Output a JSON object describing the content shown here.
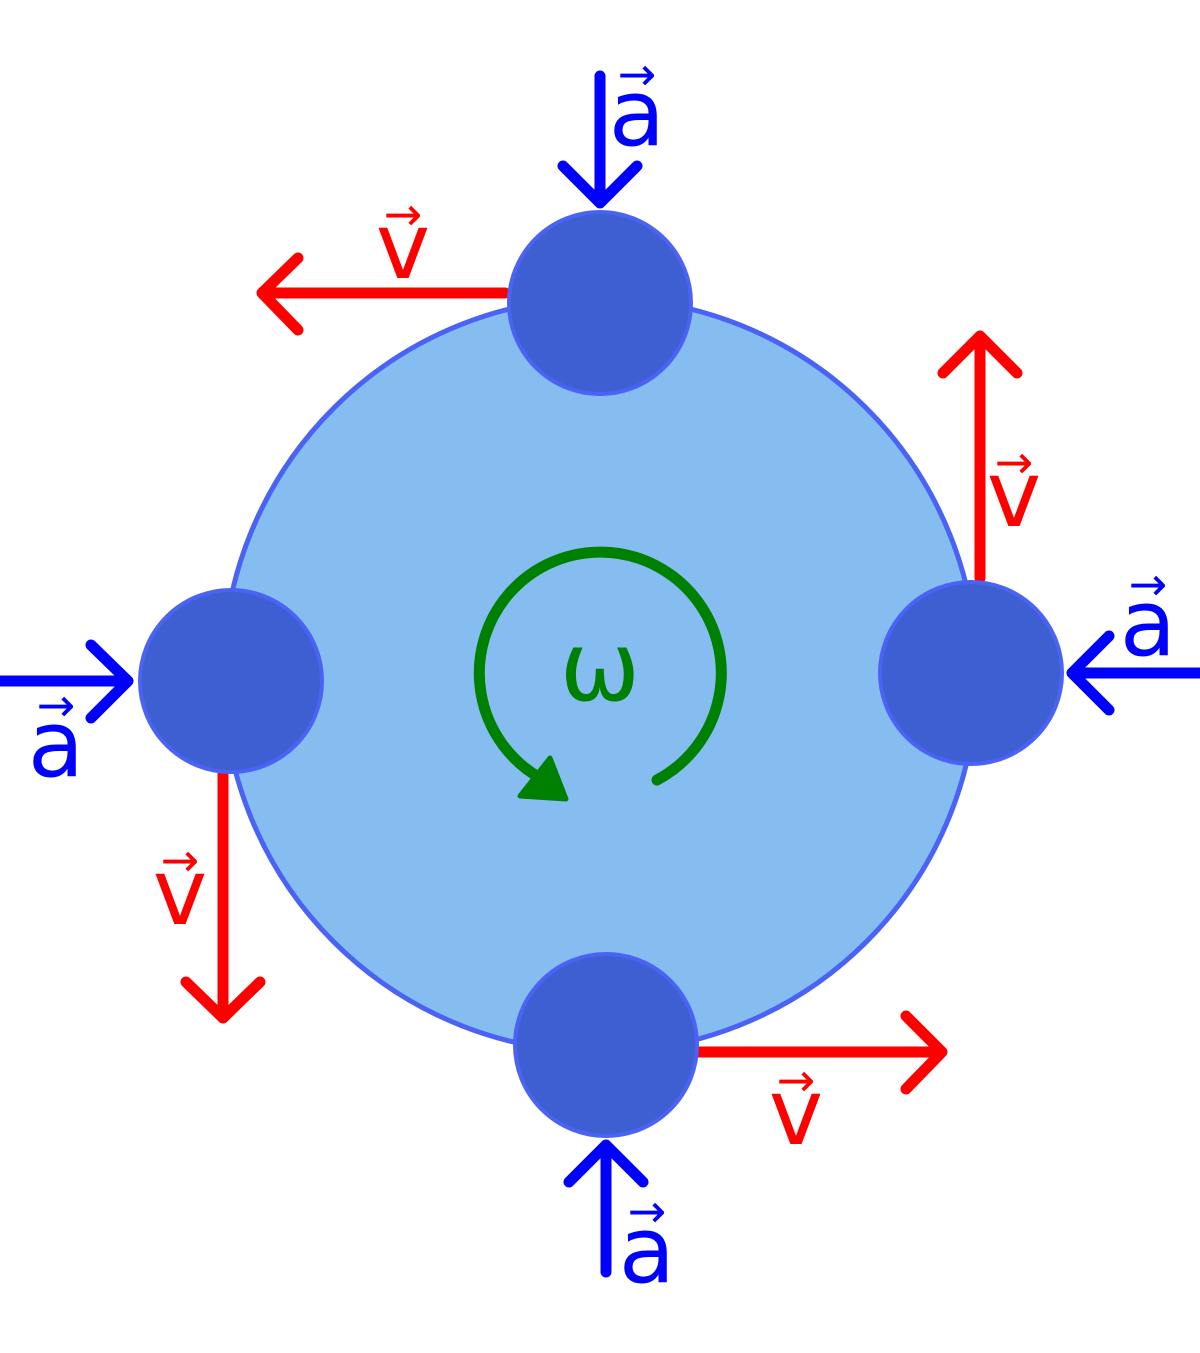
{
  "diagram": {
    "labels": {
      "omega": "ω",
      "velocity": "v",
      "acceleration": "a",
      "vector_arrow": "→"
    },
    "colors": {
      "disk_fill": "#85bdf0",
      "disk_stroke": "#4a63f5",
      "particle_fill": "#3d5fd1",
      "particle_stroke": "#4a63f5",
      "velocity": "#ff0000",
      "acceleration": "#0000ff",
      "rotation": "#008000"
    },
    "particles": [
      "top",
      "right",
      "bottom",
      "left"
    ]
  }
}
